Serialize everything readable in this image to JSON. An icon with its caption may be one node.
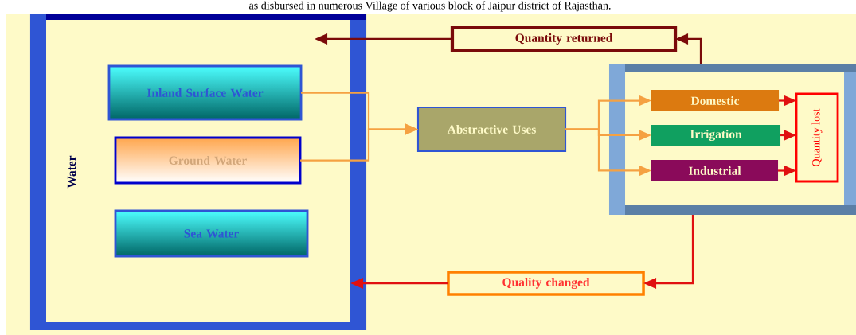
{
  "diagram": {
    "nodes": [
      {
        "text": [
          "Water"
        ]
      },
      {
        "text": [
          "Inland Surface Water"
        ],
        "in": 0
      },
      {
        "text": [
          "Ground Water"
        ],
        "in": 0
      },
      {
        "text": [
          "Sea Water"
        ],
        "in": 0
      },
      {
        "text": [
          "Abstractive Uses"
        ]
      },
      {
        "text": [],
        "shape": "box"
      },
      {
        "text": [
          "Domestic"
        ],
        "in": 5
      },
      {
        "text": [
          "Irrigation"
        ],
        "in": 5
      },
      {
        "text": [
          "Industrial"
        ],
        "in": 5
      },
      {
        "text": [
          "Quantity lost"
        ],
        "in": 5
      },
      {
        "text": [
          "Quantity returned"
        ]
      },
      {
        "text": [
          "Quality changed"
        ]
      }
    ],
    "edges": [
      {
        "from": 1,
        "to": 4,
        "arrow": "to"
      },
      {
        "from": 2,
        "to": 4,
        "arrow": "to"
      },
      {
        "from": 4,
        "to": 6,
        "arrow": "to"
      },
      {
        "from": 4,
        "to": 7,
        "arrow": "to"
      },
      {
        "from": 4,
        "to": 8,
        "arrow": "to"
      },
      {
        "from": 6,
        "to": 9,
        "arrow": "to",
        "color": "#e01010"
      },
      {
        "from": 7,
        "to": 9,
        "arrow": "to",
        "color": "#e01010"
      },
      {
        "from": 8,
        "to": 9,
        "arrow": "to",
        "color": "#e01010"
      },
      {
        "from": 5,
        "to": 10,
        "arrow": "to",
        "color": "#7a0a0a"
      },
      {
        "from": 10,
        "to": 0,
        "arrow": "to",
        "color": "#7a0a0a"
      },
      {
        "from": 5,
        "to": 11,
        "arrow": "to",
        "color": "#e01010"
      },
      {
        "from": 11,
        "to": 0,
        "arrow": "to",
        "color": "#e01010"
      }
    ],
    "labels": [
      "as disbursed in numerous Village of various block of Jaipur district of Rajasthan."
    ]
  }
}
